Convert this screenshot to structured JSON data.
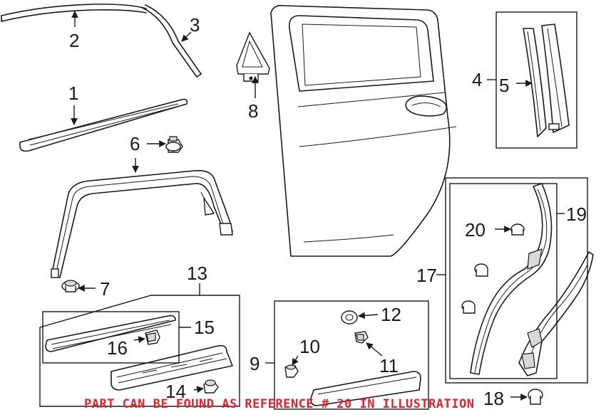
{
  "callouts": {
    "c1": "1",
    "c2": "2",
    "c3": "3",
    "c4": "4",
    "c5": "5",
    "c6": "6",
    "c7": "7",
    "c8": "8",
    "c9": "9",
    "c10": "10",
    "c11": "11",
    "c12": "12",
    "c13": "13",
    "c14": "14",
    "c15": "15",
    "c16": "16",
    "c17": "17",
    "c18": "18",
    "c19": "19",
    "c20": "20"
  },
  "banner": "PART CAN BE FOUND AS REFERENCE # 20 IN ILLUSTRATION",
  "colors": {
    "line": "#1a1a1a",
    "banner": "#e8202a"
  }
}
